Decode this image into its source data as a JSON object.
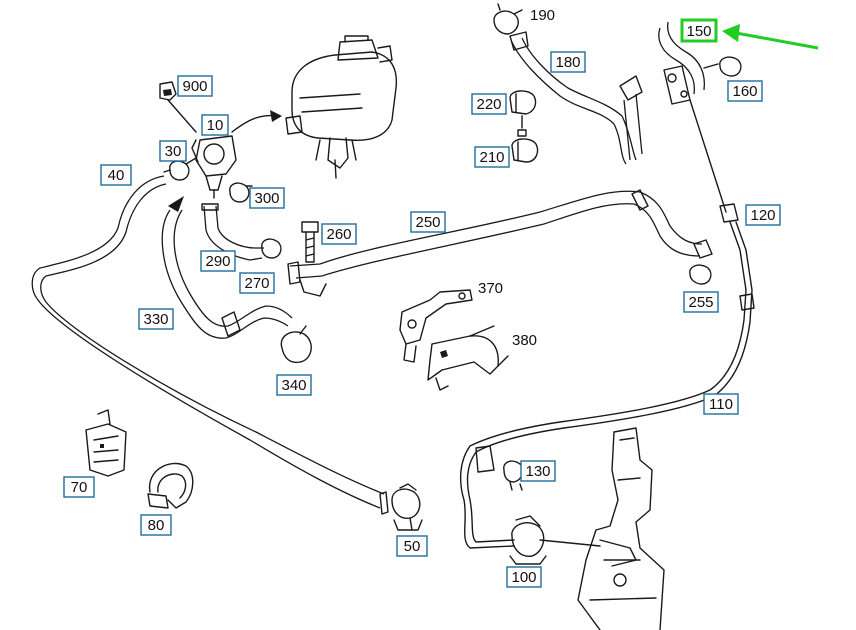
{
  "callouts": [
    {
      "id": "c900",
      "label": "900"
    },
    {
      "id": "c10",
      "label": "10"
    },
    {
      "id": "c30",
      "label": "30"
    },
    {
      "id": "c40",
      "label": "40"
    },
    {
      "id": "c300",
      "label": "300"
    },
    {
      "id": "c260",
      "label": "260"
    },
    {
      "id": "c290",
      "label": "290"
    },
    {
      "id": "c270",
      "label": "270"
    },
    {
      "id": "c330",
      "label": "330"
    },
    {
      "id": "c340",
      "label": "340"
    },
    {
      "id": "c250",
      "label": "250"
    },
    {
      "id": "c180",
      "label": "180"
    },
    {
      "id": "c220",
      "label": "220"
    },
    {
      "id": "c210",
      "label": "210"
    },
    {
      "id": "c150",
      "label": "150",
      "highlighted": true
    },
    {
      "id": "c160",
      "label": "160"
    },
    {
      "id": "c120",
      "label": "120"
    },
    {
      "id": "c255",
      "label": "255"
    },
    {
      "id": "c110",
      "label": "110"
    },
    {
      "id": "c130",
      "label": "130"
    },
    {
      "id": "c100",
      "label": "100"
    },
    {
      "id": "c50",
      "label": "50"
    },
    {
      "id": "c70",
      "label": "70"
    },
    {
      "id": "c80",
      "label": "80"
    }
  ],
  "plain_labels": [
    {
      "id": "p190",
      "label": "190"
    },
    {
      "id": "p370",
      "label": "370"
    },
    {
      "id": "p380",
      "label": "380"
    }
  ],
  "highlight_color": "#22cc22",
  "callout_border_color": "#1f6d9b"
}
